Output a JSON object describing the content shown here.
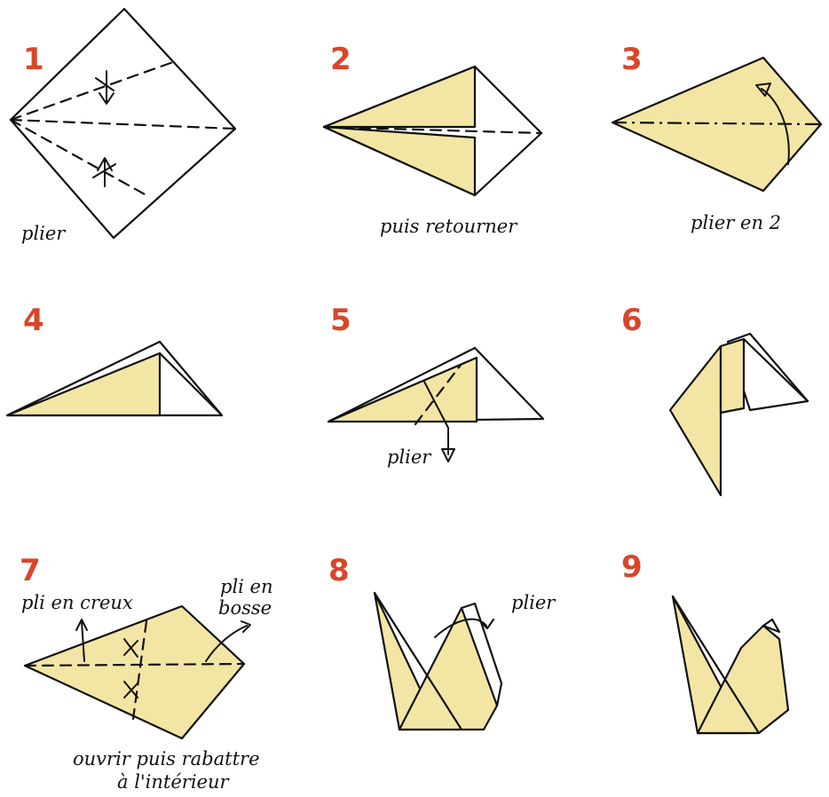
{
  "colors": {
    "accent": "#d8462a",
    "paper": "#f3e6a4",
    "ink": "#111111"
  },
  "steps": [
    {
      "num": "1",
      "label": "plier"
    },
    {
      "num": "2",
      "label": "puis retourner"
    },
    {
      "num": "3",
      "label": "plier en 2"
    },
    {
      "num": "4",
      "label": ""
    },
    {
      "num": "5",
      "label": "plier"
    },
    {
      "num": "6",
      "label": ""
    },
    {
      "num": "7",
      "label_left": "pli en creux",
      "label_right_1": "pli en",
      "label_right_2": "bosse",
      "label_bottom_1": "ouvrir puis rabattre",
      "label_bottom_2": "à l'intérieur"
    },
    {
      "num": "8",
      "label": "plier"
    },
    {
      "num": "9",
      "label": ""
    }
  ]
}
